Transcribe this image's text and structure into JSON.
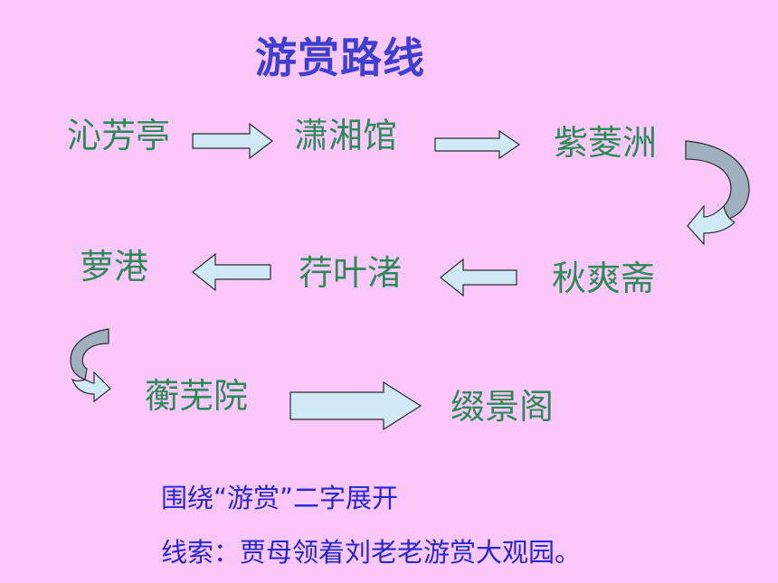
{
  "title": "游赏路线",
  "route": [
    {
      "id": "qinfangting",
      "label": "沁芳亭"
    },
    {
      "id": "xiaoxiangguan",
      "label": "潇湘馆"
    },
    {
      "id": "ziling-zhou",
      "label": "紫菱洲"
    },
    {
      "id": "qiushuang-zhai",
      "label": "秋爽斋"
    },
    {
      "id": "ouxiang-xie",
      "label": "荇叶渚"
    },
    {
      "id": "luogang",
      "label": "萝港"
    },
    {
      "id": "hengwu-yuan",
      "label": "蘅芜院"
    },
    {
      "id": "zhuijin-ge",
      "label": "缀景阁"
    }
  ],
  "notes": {
    "theme": "围绕“游赏”二字展开",
    "clue": "线索：贾母领着刘老老游赏大观园。"
  }
}
